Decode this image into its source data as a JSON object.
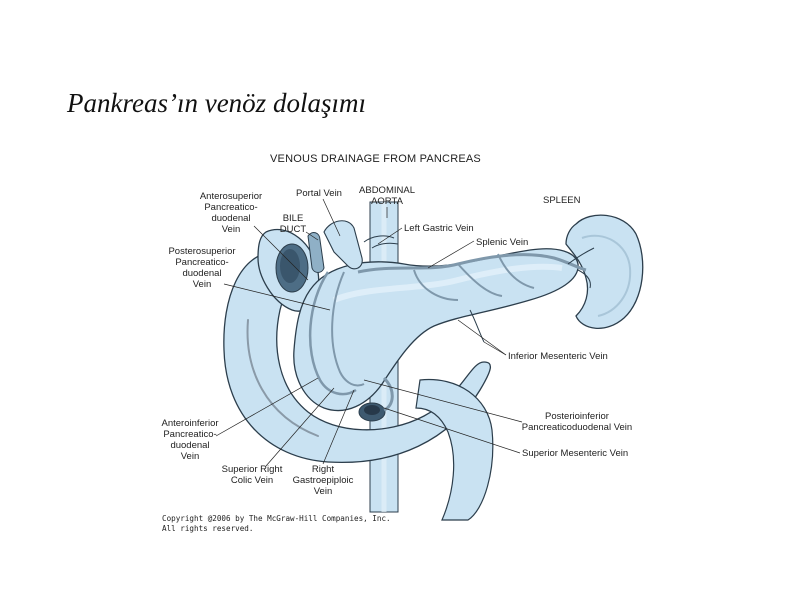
{
  "title": "Pankreas’ın venöz dolaşımı",
  "figure": {
    "heading": "VENOUS DRAINAGE FROM PANCREAS",
    "labels": {
      "antsup_1": "Anterosuperior",
      "antsup_2": "Pancreatico-",
      "antsup_3": "duodenal",
      "antsup_4": "Vein",
      "portal": "Portal Vein",
      "aorta_1": "ABDOMINAL",
      "aorta_2": "AORTA",
      "spleen": "SPLEEN",
      "bile_1": "BILE",
      "bile_2": "DUCT",
      "left_gastric": "Left Gastric Vein",
      "splenic": "Splenic Vein",
      "postsup_1": "Posterosuperior",
      "postsup_2": "Pancreatico-",
      "postsup_3": "duodenal",
      "postsup_4": "Vein",
      "inf_mes": "Inferior Mesenteric Vein",
      "postinf_1": "Posterioinferior",
      "postinf_2": "Pancreaticoduodenal Vein",
      "antinf_1": "Anteroinferior",
      "antinf_2": "Pancreatico-",
      "antinf_3": "duodenal",
      "antinf_4": "Vein",
      "sup_mes": "Superior Mesenteric Vein",
      "sup_colic_1": "Superior Right",
      "sup_colic_2": "Colic Vein",
      "gastroepi_1": "Right",
      "gastroepi_2": "Gastroepiploic",
      "gastroepi_3": "Vein"
    },
    "copyright_1": "Copyright @2006 by The McGraw-Hill Companies, Inc.",
    "copyright_2": "All rights reserved.",
    "colors": {
      "organ_fill": "#c9e2f2",
      "organ_light": "#e3f1fa",
      "vessel_dark": "#3e5a70",
      "outline": "#2c3e4c"
    }
  }
}
